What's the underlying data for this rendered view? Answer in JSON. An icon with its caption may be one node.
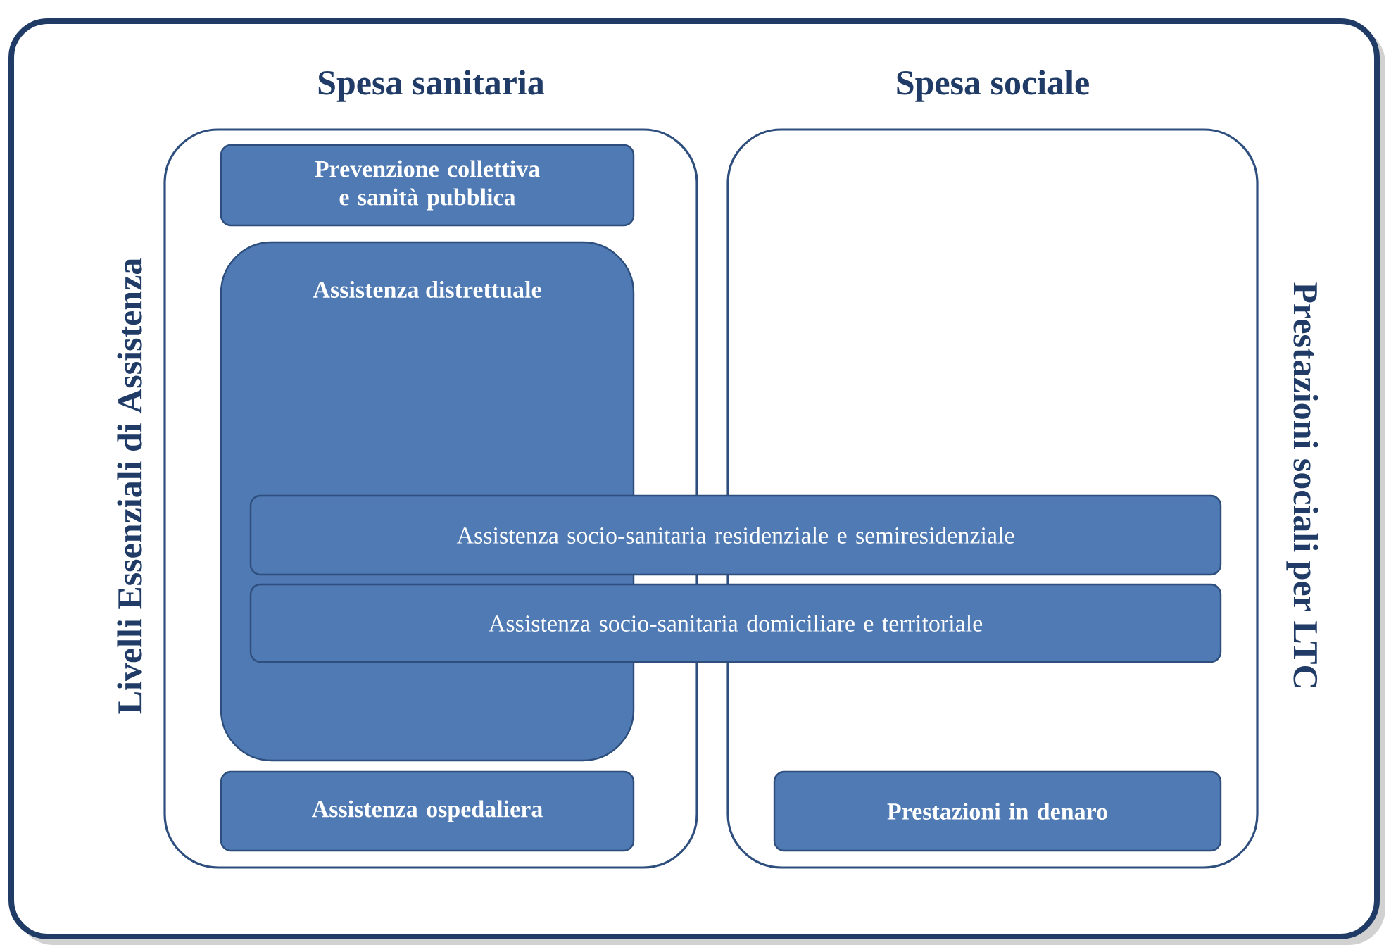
{
  "diagram": {
    "nodes": [
      {
        "text": [
          "Spesa sanitaria"
        ],
        "beside": [
          "Livelli Essenziali di Assistenza"
        ]
      },
      {
        "text": [
          "Spesa sociale"
        ],
        "beside": [
          "Prestazioni sociali per LTC"
        ]
      },
      {
        "text": [
          "Prevenzione collettiva e sanità pubblica"
        ],
        "in": 0
      },
      {
        "text": [
          "Assistenza distrettuale"
        ],
        "in": 0
      },
      {
        "text": [
          "Assistenza socio-sanitaria residenziale e semiresidenziale"
        ]
      },
      {
        "text": [
          "Assistenza socio-sanitaria domiciliare e territoriale"
        ]
      },
      {
        "text": [
          "Assistenza ospedaliera"
        ],
        "in": 0
      },
      {
        "text": [
          "Prestazioni in denaro"
        ],
        "in": 1
      }
    ]
  }
}
